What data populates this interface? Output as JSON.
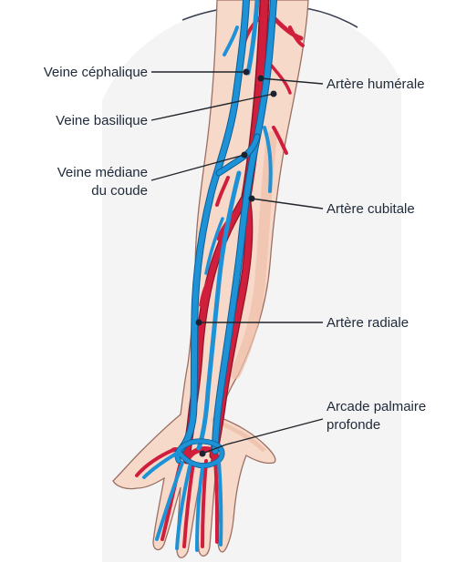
{
  "labels": {
    "cephalic_vein": "Veine céphalique",
    "basilic_vein": "Veine basilique",
    "median_cubital_vein_line1": "Veine médiane",
    "median_cubital_vein_line2": "du coude",
    "brachial_artery": "Artère humérale",
    "ulnar_artery": "Artère cubitale",
    "radial_artery": "Artère radiale",
    "deep_palmar_arch_line1": "Arcade palmaire",
    "deep_palmar_arch_line2": "profonde"
  },
  "colors": {
    "skin": "#f7d9c9",
    "skin_shade": "#eebfa9",
    "skin_outline": "#9b6f63",
    "artery": "#d01f3c",
    "artery_dark": "#8f1428",
    "vein": "#1e92d6",
    "vein_dark": "#0f5d95",
    "backdrop": "#f4f4f4",
    "backdrop_outline": "#3a4150",
    "label_text": "#1e2a3a",
    "leader_line": "#22252b"
  }
}
